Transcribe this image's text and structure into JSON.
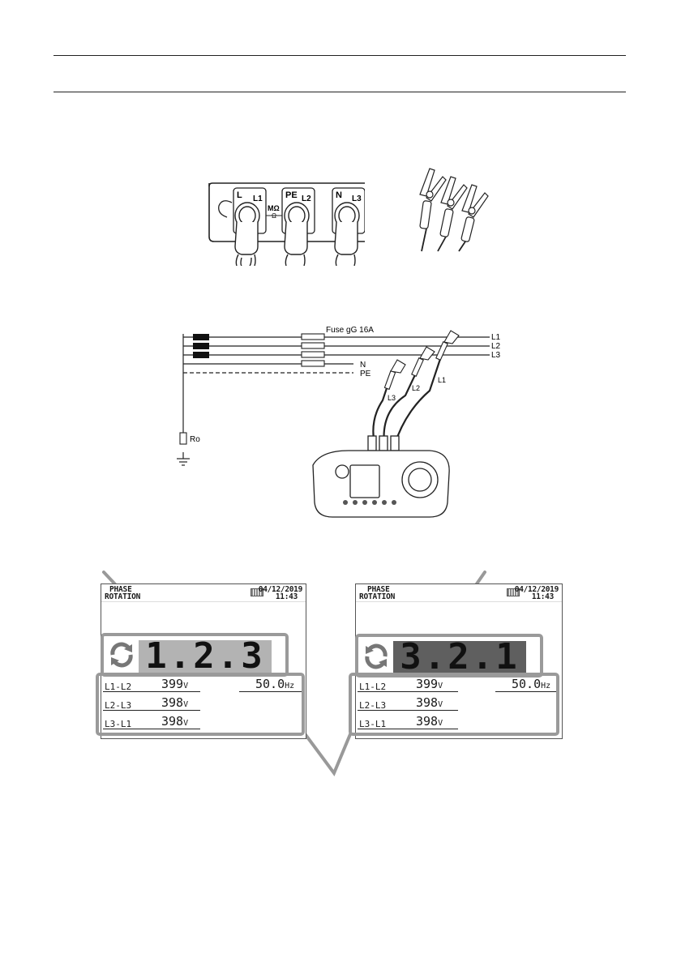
{
  "terminals": [
    {
      "top": "L",
      "sub": "L1"
    },
    {
      "top": "PE",
      "sub": "L2"
    },
    {
      "top": "N",
      "sub": "L3"
    }
  ],
  "terminal_center_label": "MΩ",
  "terminal_center_sub": "Ω",
  "wiring": {
    "fuse_label": "Fuse gG 16A",
    "lines": [
      "L1",
      "L2",
      "L3",
      "N",
      "PE"
    ],
    "ground_resistor": "Ro",
    "lead_labels": [
      "L3",
      "L2",
      "L1"
    ]
  },
  "screens": [
    {
      "title_line1": "PHASE",
      "title_line2": "ROTATION",
      "date": "04/12/2019",
      "time": "11:43",
      "sequence": "1.2.3",
      "rows": [
        {
          "label": "L1-L2",
          "value": "399",
          "unit": "V"
        },
        {
          "label": "L2-L3",
          "value": "398",
          "unit": "V"
        },
        {
          "label": "L3-L1",
          "value": "398",
          "unit": "V"
        }
      ],
      "frequency": "50.0",
      "frequency_unit": "Hz",
      "seq_bg": "#b3b3b3"
    },
    {
      "title_line1": "PHASE",
      "title_line2": "ROTATION",
      "date": "04/12/2019",
      "time": "11:43",
      "sequence": "3.2.1",
      "rows": [
        {
          "label": "L1-L2",
          "value": "399",
          "unit": "V"
        },
        {
          "label": "L2-L3",
          "value": "398",
          "unit": "V"
        },
        {
          "label": "L3-L1",
          "value": "398",
          "unit": "V"
        }
      ],
      "frequency": "50.0",
      "frequency_unit": "Hz",
      "seq_bg": "#5f5f5f"
    }
  ]
}
